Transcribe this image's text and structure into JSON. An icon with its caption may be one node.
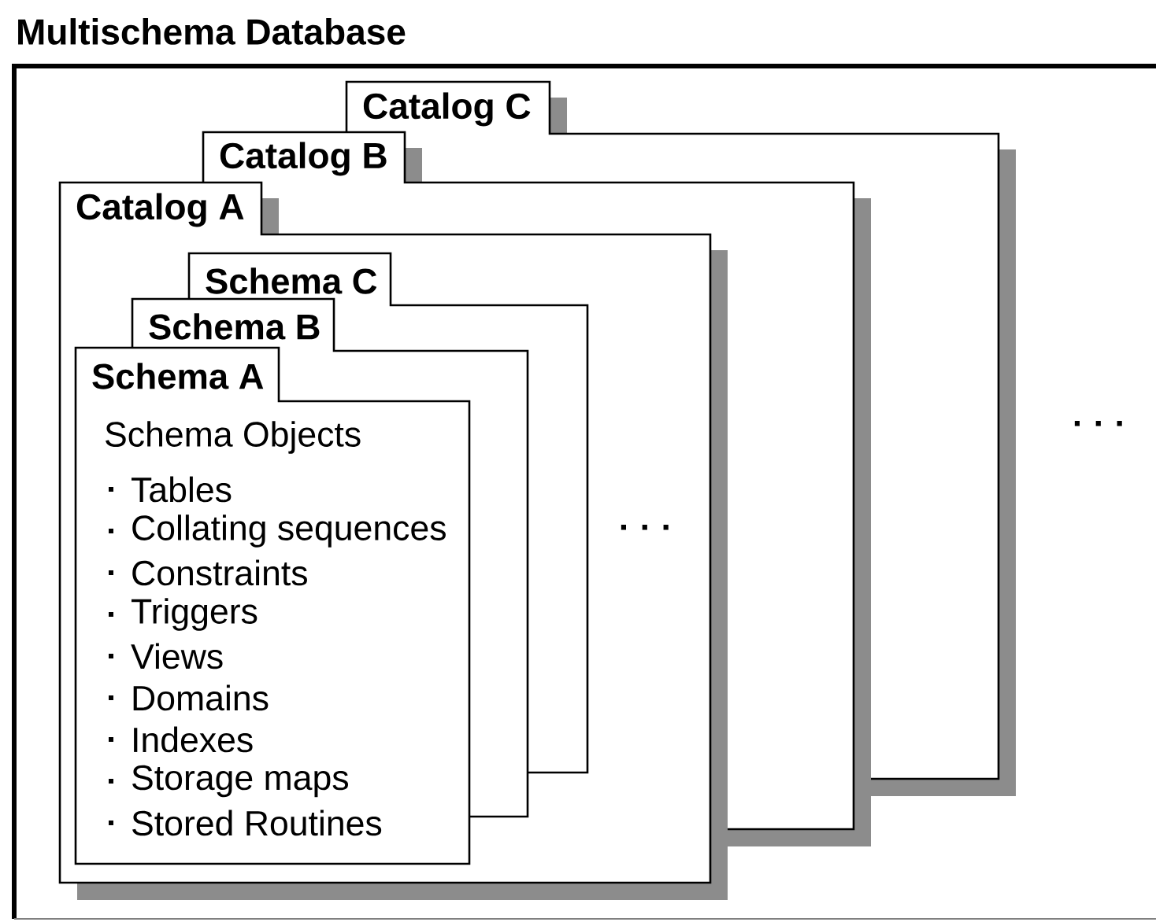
{
  "diagram": {
    "nodes": [
      {
        "text": [
          "Multischema Database"
        ]
      },
      {
        "text": [
          "Catalog C"
        ],
        "in": 0
      },
      {
        "text": [
          "Catalog B"
        ],
        "in": 0
      },
      {
        "text": [
          "Catalog A"
        ],
        "in": 0
      },
      {
        "text": [
          "Schema C"
        ]
      },
      {
        "text": [
          "Schema B"
        ],
        "in": 3
      },
      {
        "text": [
          "Schema A",
          "Schema Objects",
          "Tables",
          "Collating sequences",
          "Constraints",
          "Triggers",
          "Views",
          "Domains",
          "Indexes",
          "Storage maps",
          "Stored Routines"
        ],
        "in": 3
      }
    ],
    "labels": [
      "· · ·",
      "· · ·"
    ]
  }
}
